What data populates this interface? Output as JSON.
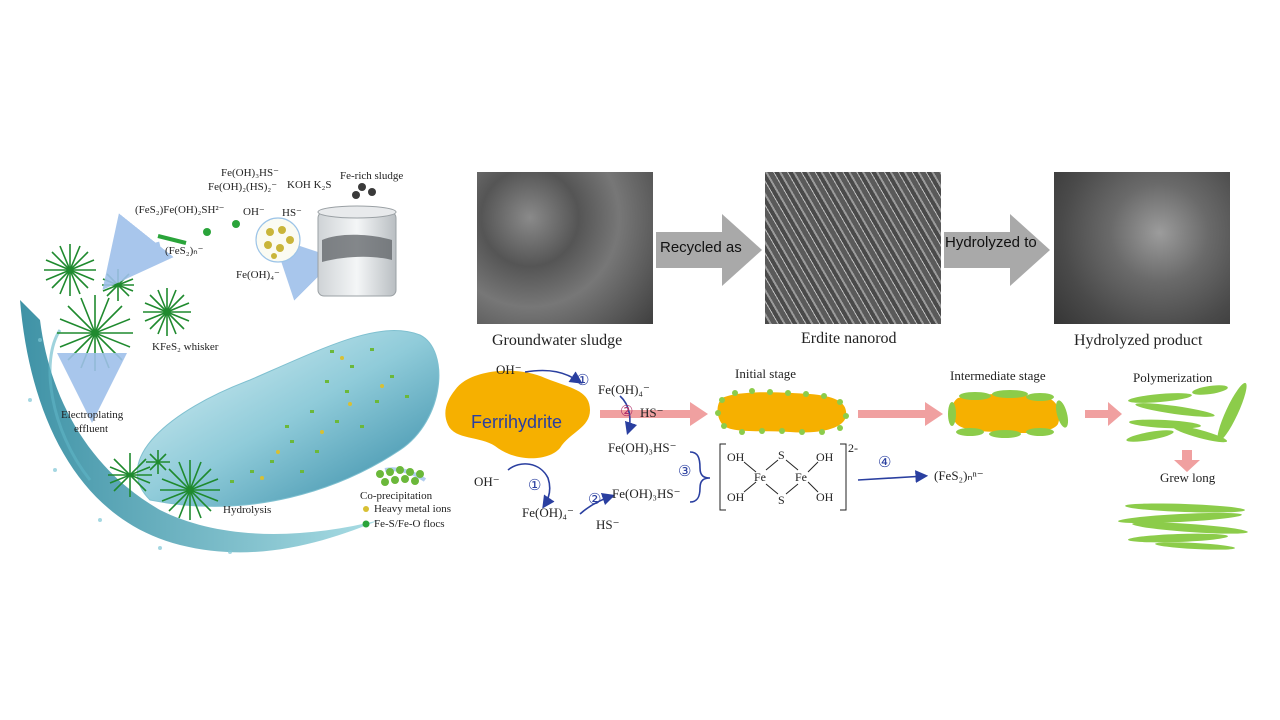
{
  "left_panel": {
    "species_1": "Fe(OH)₃HS⁻",
    "species_2": "Fe(OH)₂(HS)₂⁻",
    "complex_label": "(FeS₂)Fe(OH)₂SH²⁻",
    "oh_label": "OH⁻",
    "hs_label": "HS⁻",
    "reagents_label": "KOH K₂S",
    "sludge_label": "Fe-rich sludge",
    "fes2_chain_label": "(FeS₂)ₙ⁻",
    "feoh4_label": "Fe(OH)₄⁻",
    "whisker_label": "KFeS₂ whisker",
    "effluent_line1": "Electroplating",
    "effluent_line2": "effluent",
    "hydrolysis_label": "Hydrolysis",
    "coprecip_label": "Co-precipitation",
    "legend_heavy": "Heavy metal ions",
    "legend_flocs": "Fe-S/Fe-O flocs"
  },
  "colors": {
    "whisker_green": "#1f8a2e",
    "ferrihydrite_orange": "#f6b000",
    "floc_green": "#8ccc4a",
    "arrow_gray": "#a9a9a9",
    "arrow_pink": "#f0a0a0",
    "text_blue": "#2a3fa0"
  },
  "top_row": {
    "captions": [
      "Groundwater sludge",
      "Erdite nanorod",
      "Hydrolyzed product"
    ],
    "arrows": [
      "Recycled as",
      "Hydrolyzed to"
    ]
  },
  "mechanism": {
    "ferrihydrite": "Ferrihydrite",
    "oh_top": "OH⁻",
    "oh_bottom": "OH⁻",
    "step1_top_circle": "①",
    "step1_top_product": "Fe(OH)₄⁻",
    "step2_top_circle": "②",
    "step2_top_hs": "HS⁻",
    "step2_top_product": "Fe(OH)₃HS⁻",
    "step1_bottom_circle": "①",
    "step1_bottom_product": "Fe(OH)₄⁻",
    "step2_bottom_circle": "②",
    "step2_bottom_product": "Fe(OH)₃HS⁻",
    "step2_bottom_hs": "HS⁻",
    "step3_circle": "③",
    "step4_circle": "④",
    "charge": "2-",
    "dimer_oh": "OH",
    "dimer_s": "S",
    "dimer_fe": "Fe",
    "final_product": "(FeS₂)ₙⁿ⁻",
    "initial_stage": "Initial stage",
    "intermediate_stage": "Intermediate stage",
    "polymerization": "Polymerization",
    "grew_long": "Grew long"
  }
}
